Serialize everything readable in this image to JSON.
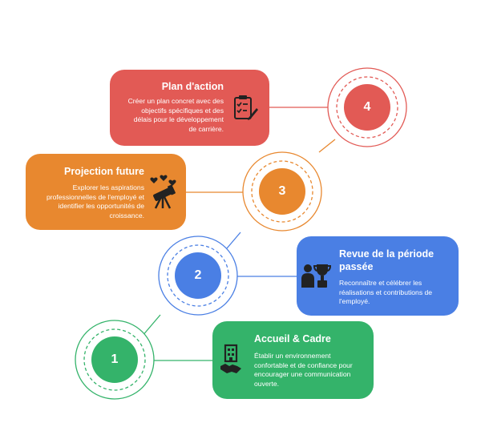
{
  "colors": {
    "step1": "#34b36a",
    "step2": "#4a7fe4",
    "step3": "#e8882f",
    "step4": "#e25a55"
  },
  "steps": [
    {
      "number": "1",
      "title": "Accueil & Cadre",
      "description": "Établir un environnement confortable et de confiance pour encourager une communication ouverte.",
      "icon": "building-handshake-icon"
    },
    {
      "number": "2",
      "title": "Revue de la période passée",
      "description": "Reconnaître et célébrer les réalisations et contributions de l'employé.",
      "icon": "person-trophy-icon"
    },
    {
      "number": "3",
      "title": "Projection future",
      "description": "Explorer les aspirations professionnelles de l'employé et identifier les opportunités de croissance.",
      "icon": "telescope-hearts-icon"
    },
    {
      "number": "4",
      "title": "Plan d'action",
      "description": "Créer un plan concret avec des objectifs spécifiques et des délais pour le développement de carrière.",
      "icon": "checklist-pen-icon"
    }
  ]
}
